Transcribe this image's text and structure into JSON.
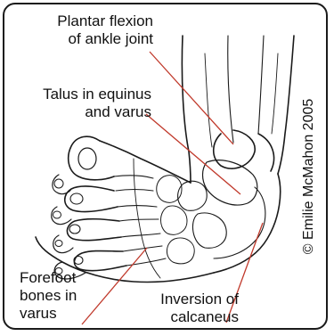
{
  "labels": {
    "plantar_flexion": [
      "Plantar flexion",
      "of ankle joint"
    ],
    "talus": [
      "Talus in equinus",
      "and varus"
    ],
    "forefoot": [
      "Forefoot",
      "bones in",
      "varus"
    ],
    "calcaneus": [
      "Inversion of",
      "calcaneus"
    ]
  },
  "credit": "© Emilie McMahon 2005"
}
